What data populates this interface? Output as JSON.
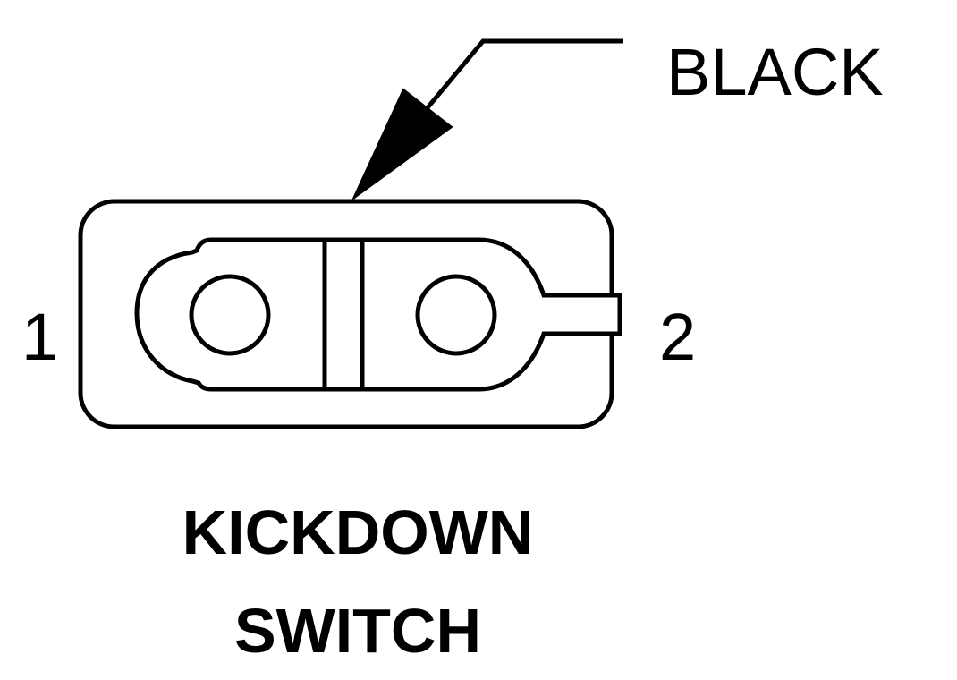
{
  "connector": {
    "wire_color_label": "BLACK",
    "pins": [
      "1",
      "2"
    ]
  },
  "title": {
    "line1": "KICKDOWN",
    "line2": "SWITCH"
  },
  "colors": {
    "stroke": "#000000",
    "background": "#ffffff"
  }
}
